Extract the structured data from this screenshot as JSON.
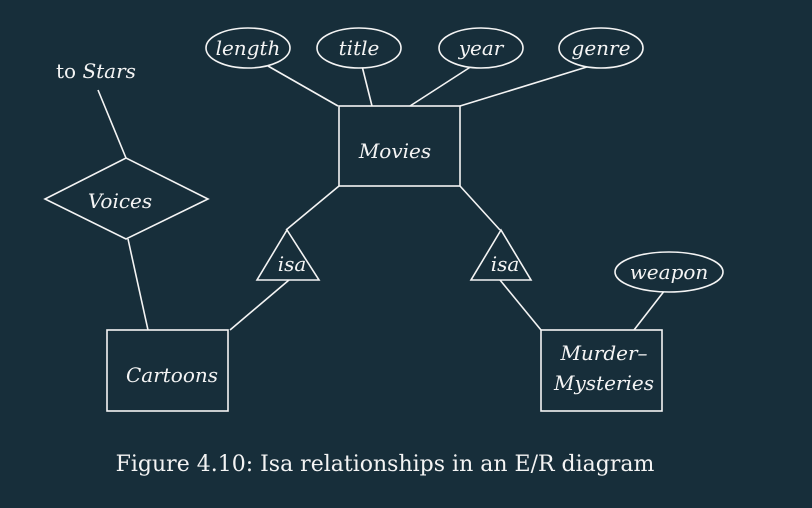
{
  "colors": {
    "background": "#172e3a",
    "foreground": "#f4f4f4"
  },
  "entities": {
    "movies": "Movies",
    "cartoons": "Cartoons",
    "murder_mysteries_line1": "Murder–",
    "murder_mysteries_line2": "Mysteries"
  },
  "attributes": {
    "length": "length",
    "title": "title",
    "year": "year",
    "genre": "genre",
    "weapon": "weapon"
  },
  "relationships": {
    "voices": "Voices",
    "isa_left": "isa",
    "isa_right": "isa"
  },
  "note": {
    "prefix": "to ",
    "target": "Stars"
  },
  "caption": "Figure 4.10: Isa relationships in an E/R diagram"
}
